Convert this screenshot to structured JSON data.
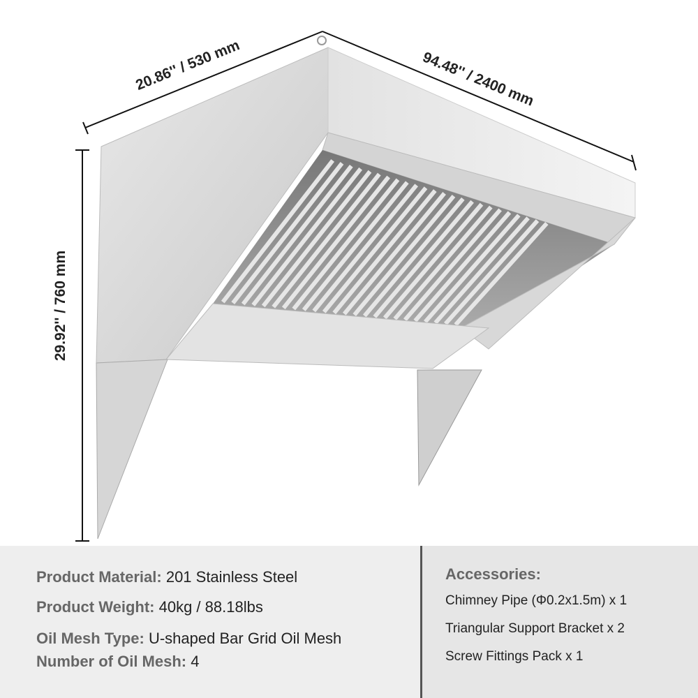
{
  "dimensions": {
    "depth": "20.86'' / 530 mm",
    "width": "94.48'' / 2400 mm",
    "height": "29.92'' / 760 mm"
  },
  "specs": [
    {
      "label": "Product Material:",
      "value": "201 Stainless Steel"
    },
    {
      "label": "Product Weight:",
      "value": "40kg / 88.18lbs"
    },
    {
      "label": "Oil Mesh Type:",
      "value": "U-shaped Bar Grid Oil Mesh"
    },
    {
      "label": "Number of Oil Mesh:",
      "value": "4"
    }
  ],
  "accessories": {
    "title": "Accessories:",
    "items": [
      "Chimney Pipe (Φ0.2x1.5m) x 1",
      "Triangular Support Bracket x 2",
      "Screw Fittings Pack x 1"
    ]
  },
  "colors": {
    "label": "#666666",
    "value": "#222222",
    "panel_left": "#eeeeee",
    "panel_right": "#e6e6e6"
  }
}
